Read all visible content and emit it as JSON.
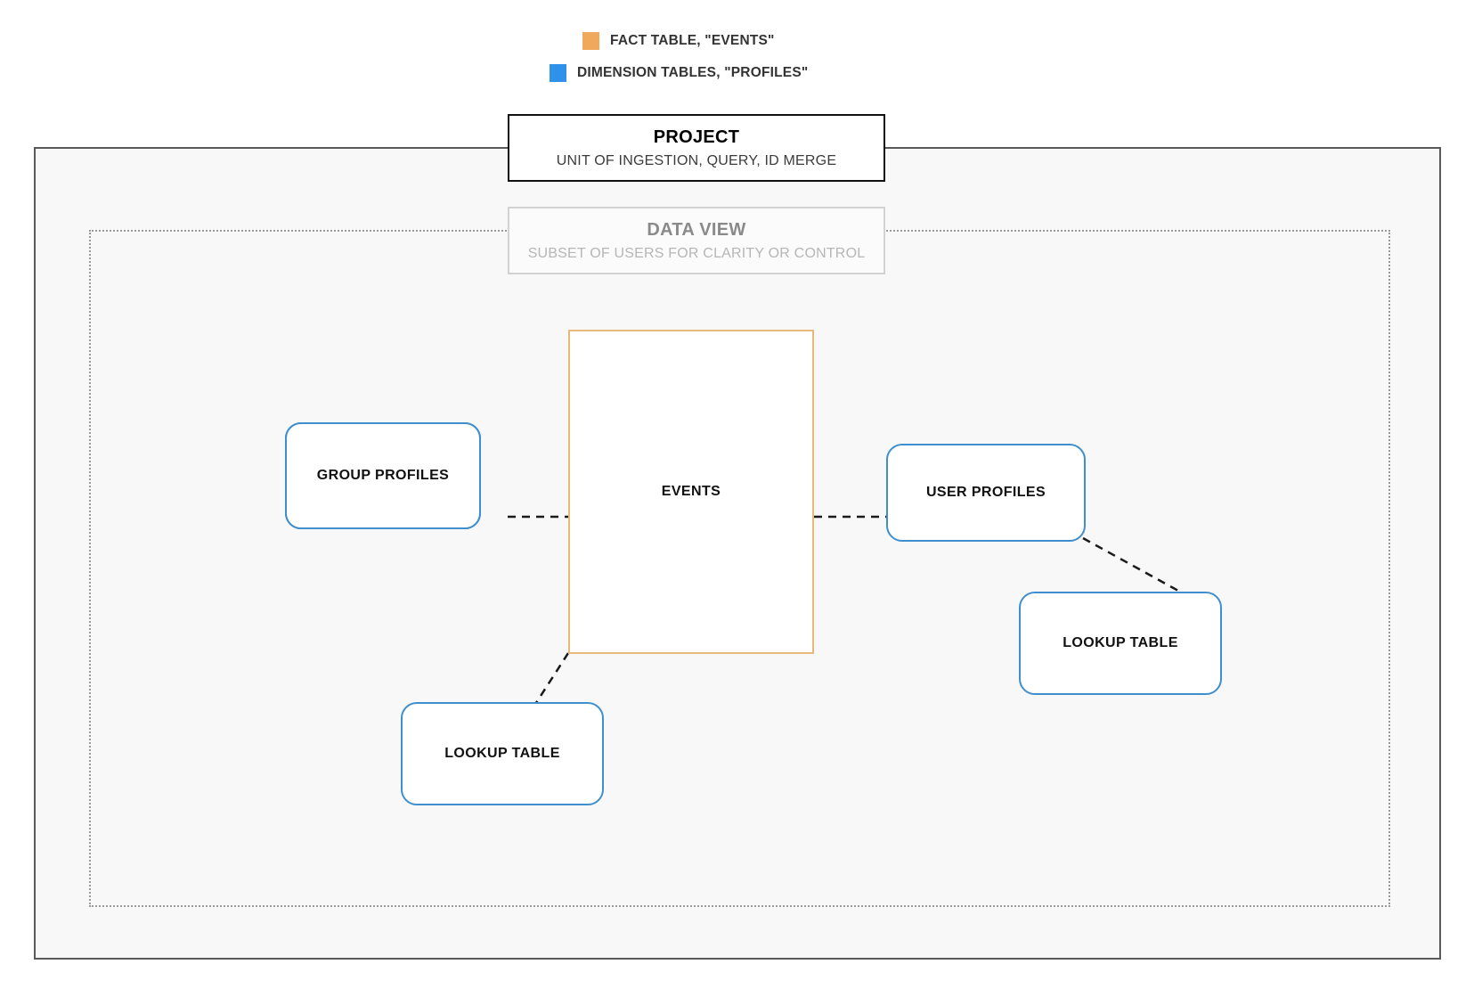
{
  "legend": {
    "items": [
      {
        "label": "FACT TABLE, \"EVENTS\"",
        "color": "#f0a95c",
        "icon": "square-swatch-orange"
      },
      {
        "label": "DIMENSION TABLES, \"PROFILES\"",
        "color": "#2f92e8",
        "icon": "square-swatch-blue"
      }
    ]
  },
  "project": {
    "title": "PROJECT",
    "subtitle": "UNIT OF INGESTION, QUERY, ID MERGE",
    "border_color": "#111111"
  },
  "data_view": {
    "title": "DATA VIEW",
    "subtitle": "SUBSET OF USERS FOR CLARITY OR CONTROL",
    "border_color": "#d2d2d2"
  },
  "fact_table": {
    "label": "EVENTS",
    "border_color": "#e8b979"
  },
  "dimension_tables": {
    "group_profiles": {
      "label": "GROUP PROFILES",
      "stack_count": 3
    },
    "user_profiles": {
      "label": "USER PROFILES"
    },
    "lookup_table_left": {
      "label": "LOOKUP TABLE"
    },
    "lookup_table_right": {
      "label": "LOOKUP TABLE"
    },
    "border_color": "#3f8fce"
  },
  "connectors": {
    "style": "dashed",
    "color": "#1a1a1a",
    "links": [
      {
        "from": "group-profiles",
        "to": "events",
        "orientation": "horizontal"
      },
      {
        "from": "events",
        "to": "user-profiles",
        "orientation": "horizontal"
      },
      {
        "from": "user-profiles",
        "to": "lookup-table-right",
        "orientation": "diagonal"
      },
      {
        "from": "events",
        "to": "lookup-table-left",
        "orientation": "diagonal"
      }
    ]
  }
}
